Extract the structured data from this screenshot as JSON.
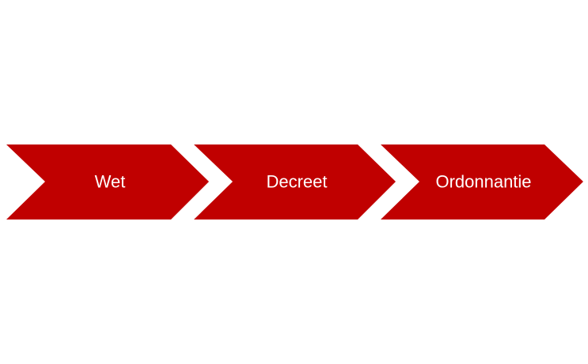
{
  "diagram": {
    "fill_color": "#C00000",
    "text_color": "#FFFFFF",
    "steps": [
      {
        "label": "Wet"
      },
      {
        "label": "Decreet"
      },
      {
        "label": "Ordonnantie"
      }
    ]
  }
}
